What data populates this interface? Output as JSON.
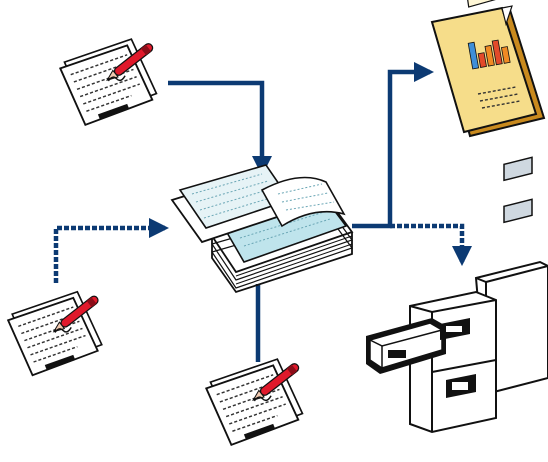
{
  "diagram": {
    "nodes": [
      {
        "id": "form-top-left",
        "icon": "form-with-pen-icon"
      },
      {
        "id": "form-bottom-left",
        "icon": "form-with-pen-icon"
      },
      {
        "id": "form-bottom-center",
        "icon": "form-with-pen-icon"
      },
      {
        "id": "document-stack-center",
        "icon": "paper-stack-icon"
      },
      {
        "id": "report-top-right",
        "icon": "bar-chart-report-icon"
      },
      {
        "id": "file-cabinet-bottom-right",
        "icon": "filing-cabinet-icon"
      }
    ],
    "edges": [
      {
        "from": "form-top-left",
        "to": "document-stack-center"
      },
      {
        "from": "form-bottom-left",
        "to": "document-stack-center"
      },
      {
        "from": "form-bottom-center",
        "to": "document-stack-center"
      },
      {
        "from": "document-stack-center",
        "to": "report-top-right"
      },
      {
        "from": "document-stack-center",
        "to": "file-cabinet-bottom-right"
      }
    ],
    "colors": {
      "connector": "#0c3a73",
      "pen": "#e0192b",
      "outline": "#111111",
      "report_paper": "#f6dd8a",
      "report_bars": [
        "#3f8fd8",
        "#e24a2a",
        "#f08a24",
        "#e24a2a"
      ],
      "stack_tint": "#bfe4ec"
    }
  }
}
